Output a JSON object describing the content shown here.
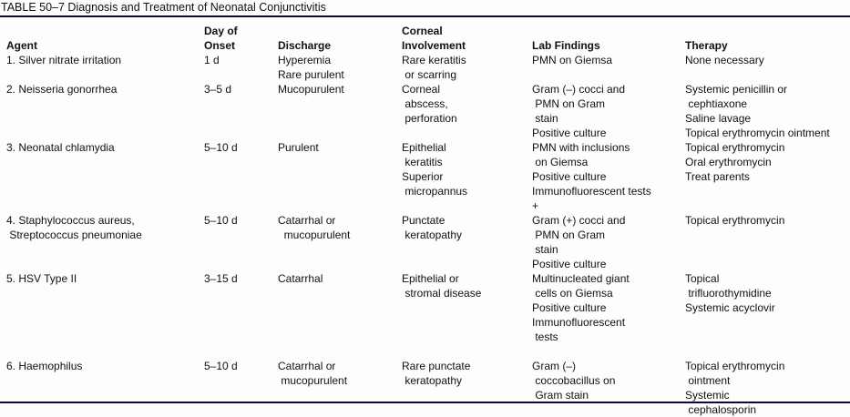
{
  "title": "TABLE 50–7 Diagnosis and Treatment of Neonatal Conjunctivitis",
  "columns": [
    {
      "key": "agent",
      "lines": [
        "",
        "Agent"
      ]
    },
    {
      "key": "onset",
      "lines": [
        "Day of",
        "Onset"
      ]
    },
    {
      "key": "discharge",
      "lines": [
        "",
        "Discharge"
      ]
    },
    {
      "key": "corneal",
      "lines": [
        "Corneal",
        "Involvement"
      ]
    },
    {
      "key": "lab",
      "lines": [
        "",
        "Lab Findings"
      ]
    },
    {
      "key": "therapy",
      "lines": [
        "",
        "Therapy"
      ]
    }
  ],
  "rows": [
    {
      "agent": [
        "1. Silver nitrate irritation"
      ],
      "onset": [
        "1 d"
      ],
      "discharge": [
        "Hyperemia",
        "Rare purulent"
      ],
      "corneal": [
        "Rare keratitis",
        " or scarring"
      ],
      "lab": [
        "PMN on Giemsa"
      ],
      "therapy": [
        "None necessary"
      ]
    },
    {
      "agent": [
        "2. Neisseria gonorrhea"
      ],
      "onset": [
        "3–5 d"
      ],
      "discharge": [
        "Mucopurulent"
      ],
      "corneal": [
        "Corneal",
        " abscess,",
        " perforation"
      ],
      "lab": [
        "Gram (–) cocci and",
        " PMN on Gram",
        " stain",
        "Positive culture"
      ],
      "therapy": [
        "Systemic penicillin or",
        " cephtiaxone",
        "Saline lavage",
        "Topical erythromycin ointment"
      ]
    },
    {
      "agent": [
        "3. Neonatal chlamydia"
      ],
      "onset": [
        "5–10 d"
      ],
      "discharge": [
        "Purulent"
      ],
      "corneal": [
        "Epithelial",
        " keratitis",
        "Superior",
        " micropannus"
      ],
      "lab": [
        "PMN with inclusions",
        " on Giemsa",
        "Positive culture",
        "Immunofluorescent tests",
        "+"
      ],
      "therapy": [
        "Topical erythromycin",
        "Oral erythromycin",
        "Treat parents"
      ]
    },
    {
      "agent": [
        "4. Staphylococcus aureus,",
        " Streptococcus pneumoniae"
      ],
      "onset": [
        "5–10 d"
      ],
      "discharge": [
        "Catarrhal or",
        "  mucopurulent"
      ],
      "corneal": [
        "Punctate",
        " keratopathy"
      ],
      "lab": [
        "Gram (+) cocci and",
        " PMN on Gram",
        " stain",
        "Positive culture"
      ],
      "therapy": [
        "Topical erythromycin"
      ]
    },
    {
      "agent": [
        "5. HSV Type II"
      ],
      "onset": [
        "3–15 d"
      ],
      "discharge": [
        "Catarrhal"
      ],
      "corneal": [
        "Epithelial or",
        " stromal disease"
      ],
      "lab": [
        "Multinucleated giant",
        " cells on Giemsa",
        "Positive culture",
        "Immunofluorescent",
        " tests"
      ],
      "therapy": [
        "Topical",
        " trifluorothymidine",
        "Systemic acyclovir"
      ]
    },
    {
      "agent": [
        "6. Haemophilus"
      ],
      "onset": [
        "5–10 d"
      ],
      "discharge": [
        "Catarrhal or",
        " mucopurulent"
      ],
      "corneal": [
        "Rare punctate",
        " keratopathy"
      ],
      "lab": [
        "Gram (–)",
        " coccobacillus on",
        " Gram stain"
      ],
      "therapy": [
        "Topical erythromycin",
        " ointment",
        "Systemic",
        " cephalosporin"
      ]
    }
  ],
  "colors": {
    "rule": "#0b0b3b",
    "text": "#111111",
    "background": "#fdfdfd"
  }
}
